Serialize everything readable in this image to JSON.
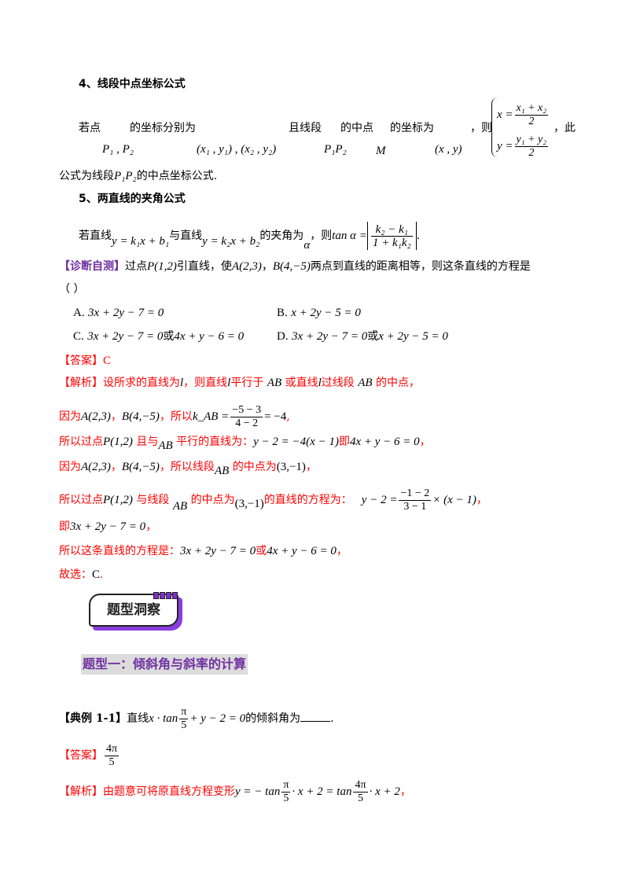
{
  "sec4": {
    "heading": "4、线段中点坐标公式",
    "l1": [
      "若点",
      "的坐标分别为",
      "且线段",
      "的中点",
      "的坐标为",
      "，则",
      "，此"
    ],
    "m": [
      "P₁ , P₂",
      "(x₁ , y₁) , (x₂ , y₂)",
      "P₁P₂",
      "M",
      "(x , y)"
    ],
    "sys": {
      "x": "x =",
      "xn": "x₁ + x₂",
      "xd": "2",
      "y": "y =",
      "yn": "y₁ + y₂",
      "yd": "2"
    },
    "l2a": "公式为线段",
    "l2m": "P₁P₂",
    "l2b": "的中点坐标公式."
  },
  "sec5": {
    "heading": "5、两直线的夹角公式",
    "t1": "若直线",
    "m1": "y = k₁x + b₁",
    "t2": "与直线",
    "m2": "y = k₂x + b₂",
    "t3": "的夹角为",
    "m3": "α",
    "t4": "，则",
    "m4": "tan α =",
    "fn": "k₂ − k₁",
    "fd": "1 + k₁k₂",
    "end": "."
  },
  "diag": {
    "label": "【诊断自测】",
    "t1": "过点",
    "m1": "P(1,2)",
    "t2": "引直线，使",
    "m2": "A(2,3)",
    "t3": "，",
    "m3": "B(4,−5)",
    "t4": "两点到直线的距离相等，则这条直线的方程是",
    "paren": "（    ）",
    "options": [
      {
        "letter": "A.",
        "text": "3x + 2y − 7 = 0"
      },
      {
        "letter": "B.",
        "text": "x + 2y − 5 = 0"
      },
      {
        "letter": "C.",
        "text": "3x + 2y − 7 = 0",
        "or": "或",
        "text2": "4x + y − 6 = 0"
      },
      {
        "letter": "D.",
        "text": "3x + 2y − 7 = 0",
        "or": "或",
        "text2": "x + 2y − 5 = 0"
      }
    ]
  },
  "ans1": {
    "label": "【答案】",
    "value": "C"
  },
  "sol1": {
    "label": "【解析】",
    "r1": [
      "设所求的直线为",
      "l",
      "，则直线",
      "l",
      "平行于",
      "AB",
      "或直线",
      "l",
      "过线段",
      "AB",
      "的中点，"
    ],
    "r2": [
      "因为",
      "A(2,3)",
      "，",
      "B(4,−5)",
      "，所以",
      "k_AB =",
      "−5 − 3",
      "4 − 2",
      "= −4",
      ","
    ],
    "r3": [
      "所以过点",
      "P(1,2)",
      "且与",
      "AB",
      "平行的直线为：",
      "y − 2 = −4(x − 1)",
      "即",
      "4x + y − 6 = 0",
      "，"
    ],
    "r4": [
      "因为",
      "A(2,3)",
      "，",
      "B(4,−5)",
      "，所以线段",
      "AB",
      "的中点为",
      "(3,−1)",
      "，"
    ],
    "r5": [
      "所以过点",
      "P(1,2)",
      "与线段",
      "AB",
      "的中点为",
      "(3,−1)",
      "的直线的方程为：",
      "y − 2 =",
      "−1 − 2",
      "3 − 1",
      "× (x − 1)",
      "，"
    ],
    "r6": [
      "即",
      "3x + 2y − 7 = 0",
      "，"
    ],
    "r7": [
      "所以这条直线的方程是：",
      "3x + 2y − 7 = 0",
      "或",
      "4x + y − 6 = 0",
      "，"
    ],
    "r8": [
      "故选：",
      "C",
      ". "
    ]
  },
  "badge": "题型洞察",
  "type1": "题型一：倾斜角与斜率的计算",
  "ex": {
    "label": "【典例 1-1】",
    "t1": "直线",
    "m1": "x · tan",
    "fn": "π",
    "fd": "5",
    "m2": "+ y − 2 = 0",
    "t2": "的倾斜角为",
    "end": "."
  },
  "ans2": {
    "label": "【答案】",
    "fn": "4π",
    "fd": "5"
  },
  "sol2": {
    "label": "【解析】",
    "t1": "由题意可将原直线方程变形",
    "m1": "y = − tan",
    "f1n": "π",
    "f1d": "5",
    "m2": "· x + 2 = tan",
    "f2n": "4π",
    "f2d": "5",
    "m3": "· x + 2",
    "end": "，"
  }
}
